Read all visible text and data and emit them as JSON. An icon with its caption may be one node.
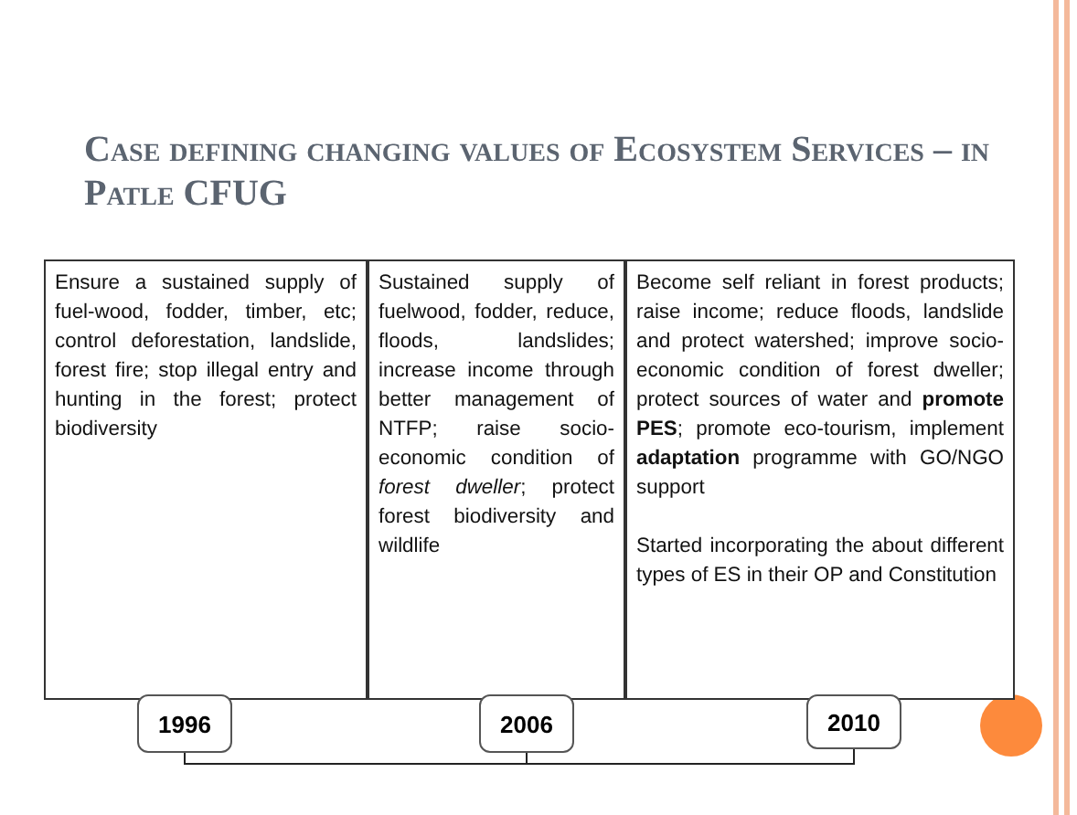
{
  "diagram": {
    "title": "Case defining changing values of Ecosystem Services – in Patle CFUG",
    "nodes": [
      {
        "text": [
          "Ensure a sustained supply of fuel-wood, fodder, timber, etc; control deforestation, landslide, forest fire; stop illegal entry and hunting in the forest;  protect biodiversity"
        ]
      },
      {
        "text": [
          "Sustained supply of fuelwood, fodder, reduce, floods, landslides; increase income through better management of NTFP; raise socio-economic condition of *forest dweller*; protect forest biodiversity and wildlife"
        ]
      },
      {
        "text": [
          "Become self reliant in forest products; raise income; reduce floods, landslide and protect watershed; improve socio-economic condition of forest dweller; protect sources of water and **promote PES**; promote eco-tourism, implement **adaptation** programme with GO/NGO support",
          "Started incorporating the about different types of ES in their OP and Constitution"
        ]
      },
      {
        "text": [
          "1996"
        ]
      },
      {
        "text": [
          "2006"
        ]
      },
      {
        "text": [
          "2010"
        ]
      }
    ],
    "edges": [
      {
        "from": 3,
        "to": 4,
        "arrow": "none"
      },
      {
        "from": 4,
        "to": 5,
        "arrow": "none"
      }
    ]
  }
}
